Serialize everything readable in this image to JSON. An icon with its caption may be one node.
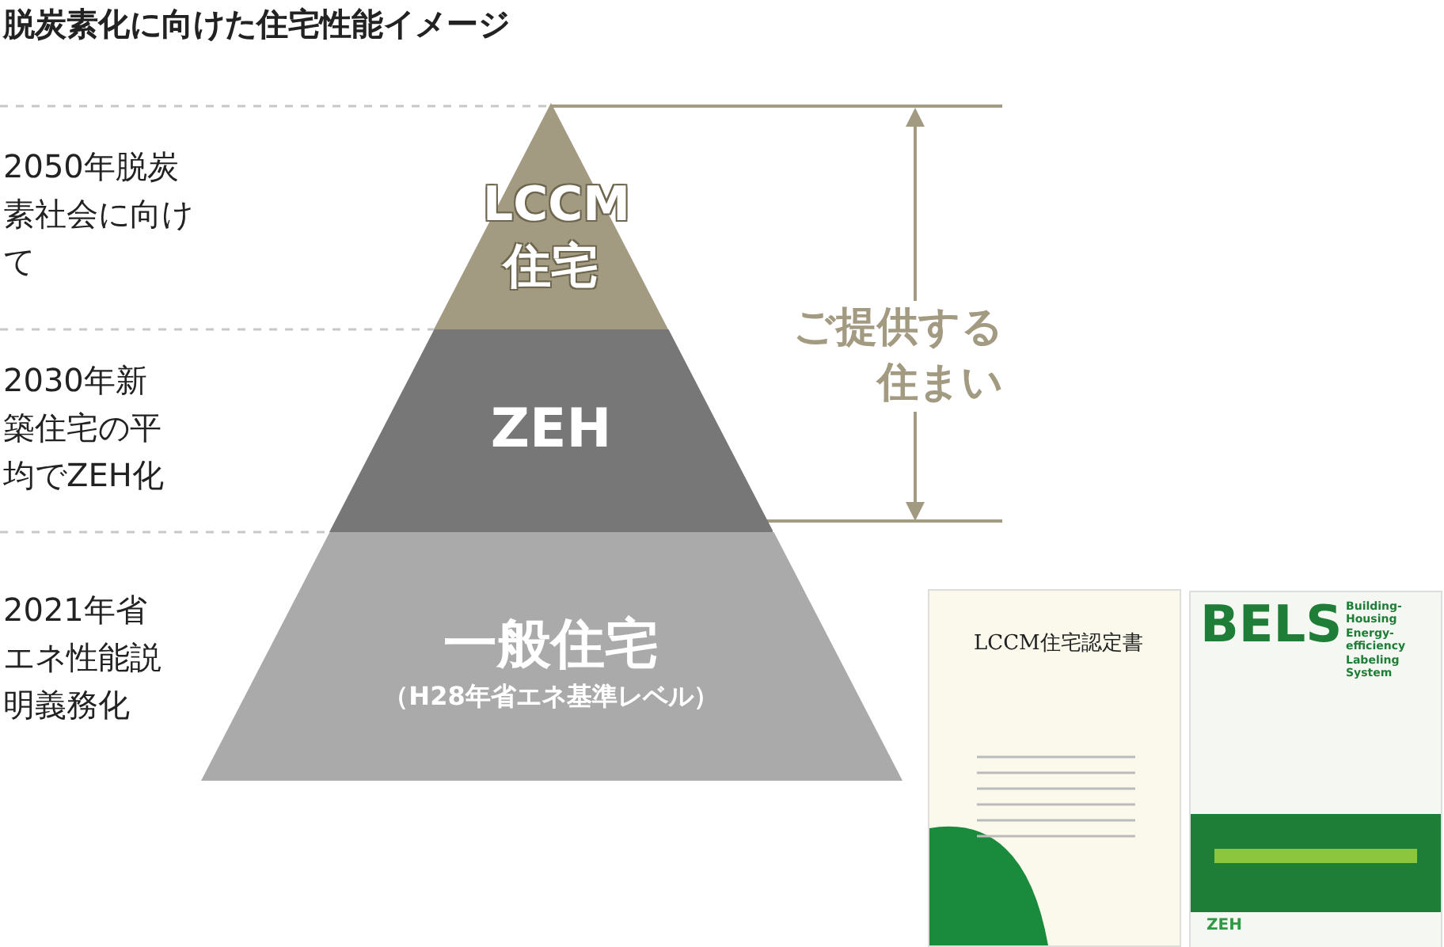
{
  "diagram": {
    "title": "脱炭素化に向けた住宅性能イメージ",
    "nodes": [
      {
        "text": [
          "LCCM住宅"
        ]
      },
      {
        "text": [
          "ZEH"
        ]
      },
      {
        "text": [
          "一般住宅",
          "（H28年省エネ基準レベル）"
        ]
      }
    ],
    "labels": [
      "2050年脱炭素社会に向けて",
      "2030年新築住宅の平均でZEH化",
      "2021年省エネ性能説明義務化",
      "ご提供する住まい",
      "LCCM住宅認定書",
      "BELS",
      "Building-Housing Energy-efficiency Labeling System",
      "ZEH"
    ]
  }
}
